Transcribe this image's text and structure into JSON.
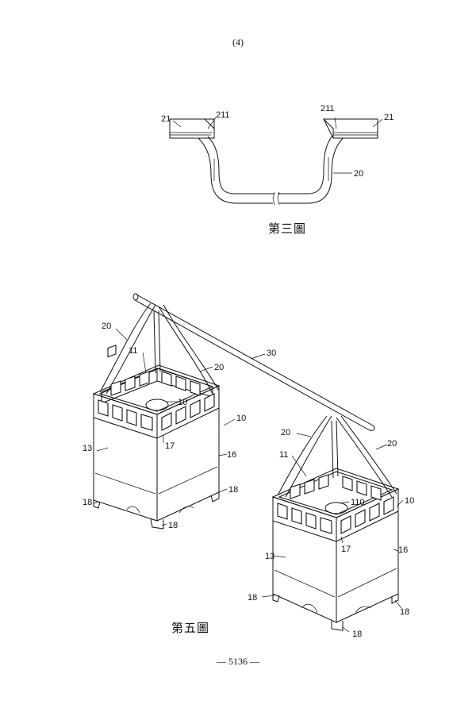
{
  "page": {
    "header": "(4)",
    "footer": "— 5136 —"
  },
  "figure3": {
    "caption": "第三圖",
    "labels": {
      "left_end": "21",
      "left_joint": "211",
      "right_joint": "211",
      "right_end": "21",
      "strap": "20"
    }
  },
  "figure5": {
    "caption": "第五圖",
    "labels": {
      "pole": "30",
      "left_strap_outer": "20",
      "left_strap_inner": "20",
      "left_rim": "11",
      "left_hole": "10",
      "left_basket": "10",
      "left_side_a": "13",
      "left_corner": "17",
      "left_side_b": "16",
      "left_foot_right": "18",
      "left_foot_left": "18",
      "left_foot_front": "18",
      "right_strap_left": "20",
      "right_strap_right": "20",
      "right_rim": "11",
      "right_hole": "110",
      "right_basket": "10",
      "right_corner": "17",
      "right_side_a": "13",
      "right_side_b": "16",
      "right_foot_left": "18",
      "right_foot_right": "18",
      "right_foot_front": "18"
    }
  }
}
